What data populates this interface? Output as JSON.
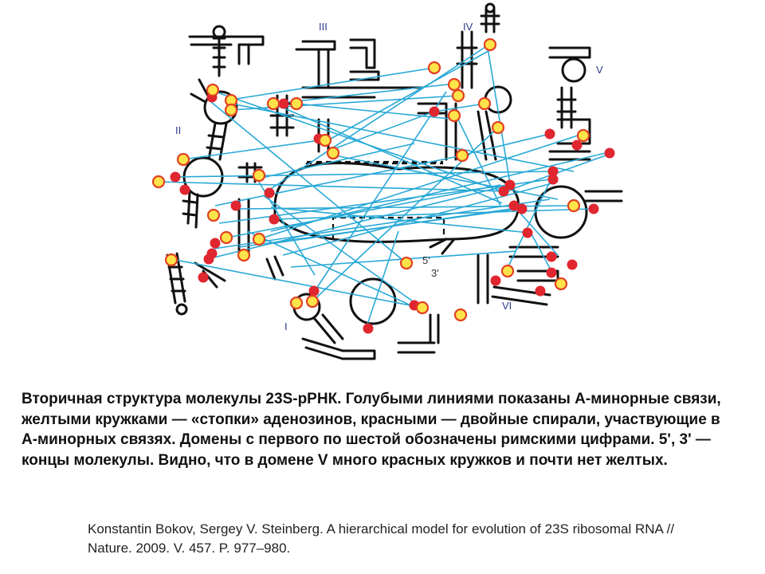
{
  "diagram": {
    "domain_labels": [
      "I",
      "II",
      "III",
      "IV",
      "V",
      "VI"
    ],
    "end_labels": [
      "5'",
      "3'"
    ],
    "colors": {
      "a_minor_link": "#29a9d6",
      "adenosine_stack": "#ffe34a",
      "stack_outline": "#e24022",
      "double_helix": "#e0262f",
      "structure": "#111111"
    }
  },
  "caption": {
    "text": "Вторичная структура молекулы 23S-рРНК. Голубыми линиями показаны А-минорные связи, желтыми кружками — «стопки» аденозинов, красными — двойные спирали, участвующие в А-минорных связях. Домены с первого по шестой обозначены римскими цифрами. 5', 3' — концы молекулы. Видно, что в домене V много красных кружков и почти нет желтых."
  },
  "citation": {
    "text": "Konstantin Bokov, Sergey V. Steinberg. A hierarchical model for evolution of 23S ribosomal RNA // Nature. 2009. V. 457. P. 977–980."
  }
}
